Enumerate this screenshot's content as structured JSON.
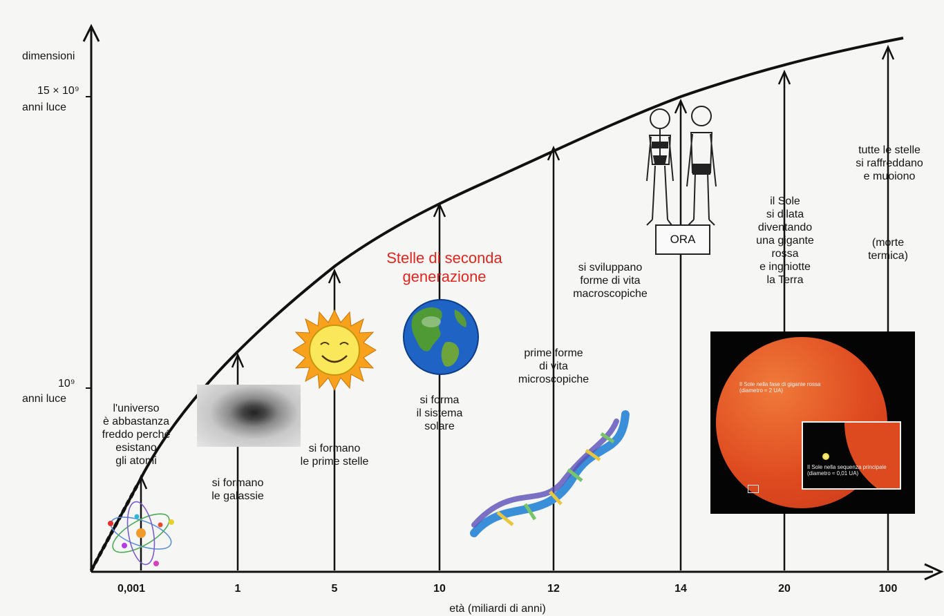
{
  "y_axis": {
    "title": "dimensioni",
    "label_top_line1": "15 × 10⁹",
    "label_top_line2": "anni luce",
    "label_mid_line1": "10⁹",
    "label_mid_line2": "anni luce"
  },
  "x_axis": {
    "title": "età (miliardi di anni)",
    "ticks": [
      "0,001",
      "1",
      "5",
      "10",
      "12",
      "14",
      "20",
      "100"
    ]
  },
  "events": [
    "l'universo\nè abbastanza\nfreddo perché\nesistano\ngli atomi",
    "si formano\nle galassie",
    "si formano\nle prime stelle",
    "si forma\nil sistema\nsolare",
    "prime forme\ndi vita\nmicroscopiche",
    "si sviluppano\nforme di vita\nmacroscopiche",
    "il Sole\nsi dilata\ndiventando\nuna gigante\nrossa\ne inghiotte\nla Terra",
    "tutte le stelle\nsi raffreddano\ne muoiono",
    "(morte\ntermica)"
  ],
  "now_label": "ORA",
  "highlight": "Stelle di seconda\ngenerazione",
  "red_giant": {
    "caption_big": "Il Sole nella fase di gigante rossa\n(diametro ≈ 2 UA)",
    "caption_small": "Il Sole nella sequenza principale\n(diametro ≈ 0,01 UA)"
  },
  "colors": {
    "highlight": "#e0261e",
    "ink": "#141414",
    "red_giant": "#df4b20"
  }
}
